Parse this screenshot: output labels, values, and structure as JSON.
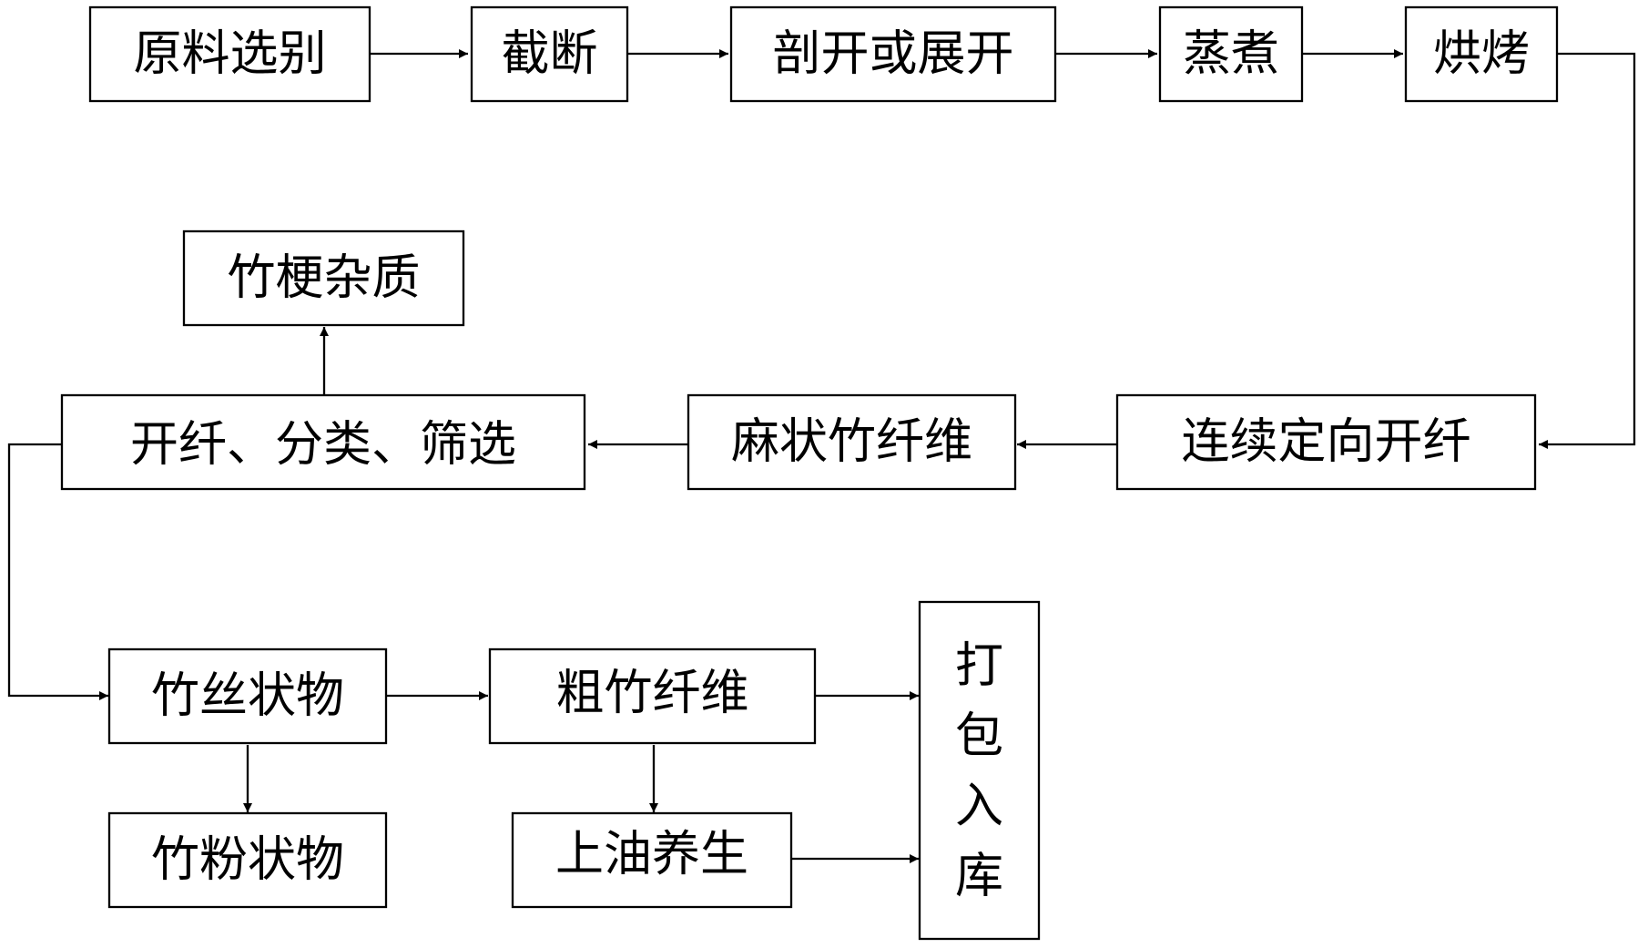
{
  "diagram": {
    "nodes": {
      "n1": "原料选别",
      "n2": "截断",
      "n3": "剖开或展开",
      "n4": "蒸煮",
      "n5": "烘烤",
      "n6": "连续定向开纤",
      "n7": "麻状竹纤维",
      "n8": "开纤、分类、筛选",
      "n9": "竹梗杂质",
      "n10": "竹丝状物",
      "n11": "粗竹纤维",
      "n12": "打包入库",
      "n13": "竹粉状物",
      "n14": "上油养生"
    },
    "edges": [
      {
        "from": "n1",
        "to": "n2"
      },
      {
        "from": "n2",
        "to": "n3"
      },
      {
        "from": "n3",
        "to": "n4"
      },
      {
        "from": "n4",
        "to": "n5"
      },
      {
        "from": "n5",
        "to": "n6"
      },
      {
        "from": "n6",
        "to": "n7"
      },
      {
        "from": "n7",
        "to": "n8"
      },
      {
        "from": "n8",
        "to": "n9"
      },
      {
        "from": "n8",
        "to": "n10"
      },
      {
        "from": "n10",
        "to": "n11"
      },
      {
        "from": "n10",
        "to": "n13"
      },
      {
        "from": "n11",
        "to": "n12"
      },
      {
        "from": "n11",
        "to": "n14"
      },
      {
        "from": "n14",
        "to": "n12"
      }
    ]
  }
}
